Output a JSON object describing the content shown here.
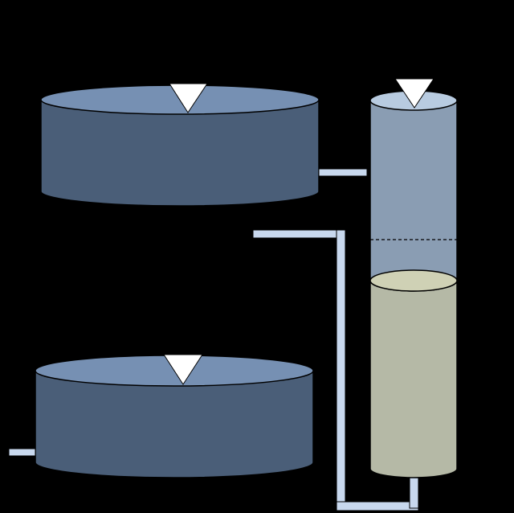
{
  "diagram": {
    "background": "#000000",
    "colors": {
      "tank_body": "#4a5e78",
      "tank_top": "#7690b3",
      "column_upper": "#8a9db3",
      "column_top": "#b8cbe0",
      "column_lower": "#b5b9a6",
      "interface_top": "#cfd1b5",
      "pipe": "#c8d8ee",
      "outline": "#000000",
      "level_marker": "#ffffff"
    },
    "components": [
      {
        "kind": "tank",
        "name": "upper-tank",
        "icon": "cylinder-tank"
      },
      {
        "kind": "tank",
        "name": "lower-tank",
        "icon": "cylinder-tank"
      },
      {
        "kind": "column",
        "name": "vertical-column",
        "icon": "two-phase-column"
      }
    ],
    "level_markers": [
      "upper-tank-level",
      "lower-tank-level",
      "column-level"
    ],
    "pipes": [
      "upper-tank-outlet",
      "column-feed-line",
      "column-bottom-outlet",
      "lower-tank-outlet"
    ],
    "dashed_line": "column-interface-line"
  }
}
